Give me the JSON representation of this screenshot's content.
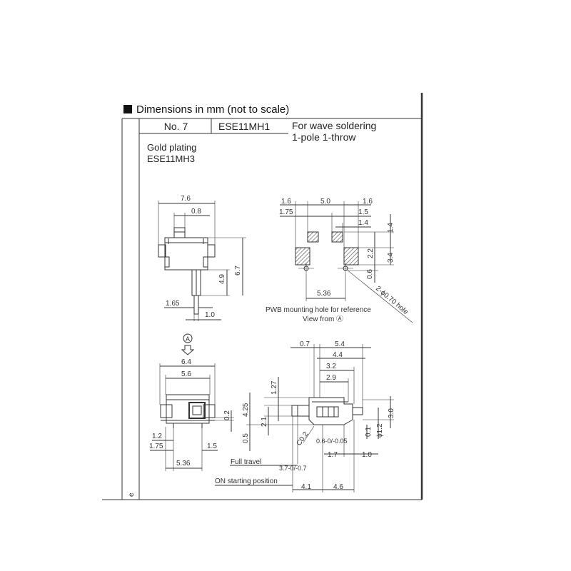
{
  "header": {
    "section_title": "Dimensions in mm (not to scale)",
    "no_label": "No. 7",
    "model": "ESE11MH1",
    "purpose_line1": "For wave soldering",
    "purpose_line2": "1-pole 1-throw",
    "plating_label": "Gold plating",
    "plating_model": "ESE11MH3"
  },
  "views": {
    "front": {
      "dims": [
        "7.6",
        "0.8",
        "4.9",
        "6.7",
        "1.65",
        "1.0"
      ]
    },
    "pcb": {
      "dims": [
        "1.6",
        "5.0",
        "1.6",
        "1.75",
        "1.5",
        "1.4",
        "1.4",
        "2.2",
        "3.4",
        "0.6",
        "5.36"
      ],
      "hole": "2-ϕ0.70 hole",
      "caption1": "PWB mounting hole for reference",
      "caption2": "View from Ⓐ"
    },
    "arrow_label": "A",
    "bottom": {
      "dims": [
        "6.4",
        "5.6",
        "0.2",
        "1.2",
        "1.75",
        "1.5",
        "5.36"
      ]
    },
    "side": {
      "dims": [
        "0.7",
        "5.4",
        "4.4",
        "3.2",
        "2.9",
        "1.27",
        "4.25",
        "2.1",
        "0.5",
        "3.0",
        "ϕ1.2",
        "0.1",
        "C0.2",
        "1.7",
        "1.0",
        "4.1",
        "4.6"
      ],
      "tol1": "0.6-0/-0.05",
      "tol2": "3.7-0/-0.7",
      "full_travel": "Full travel",
      "on_start": "ON starting position"
    },
    "page_mark": "e"
  }
}
